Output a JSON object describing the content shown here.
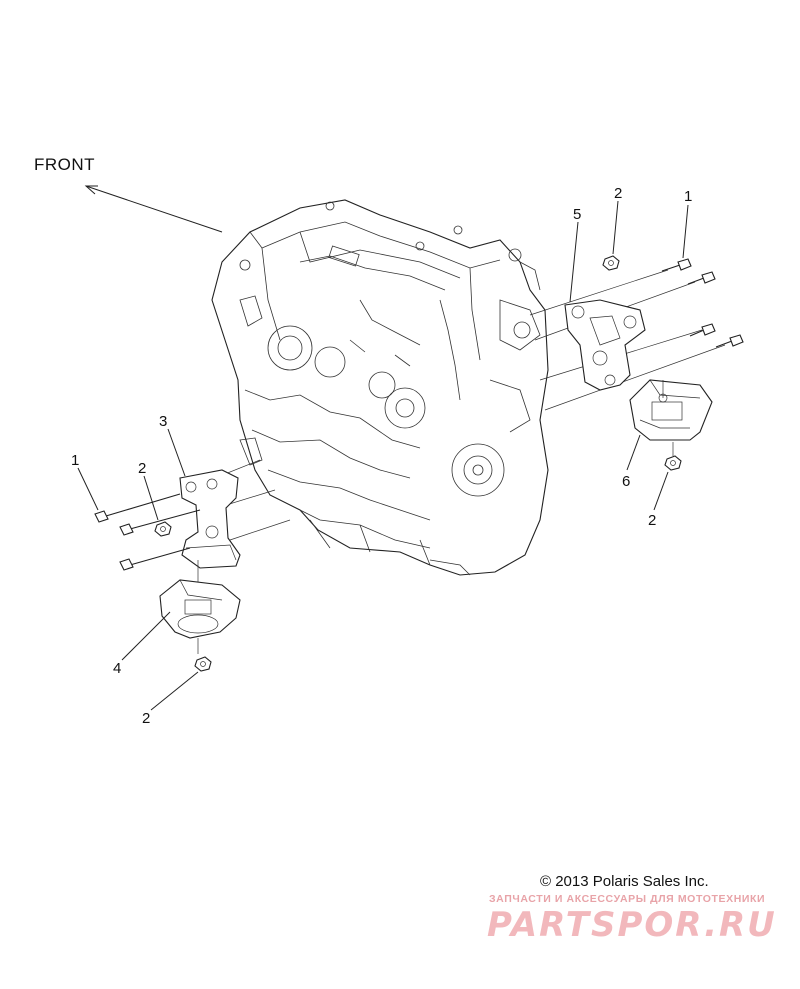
{
  "front_label": "FRONT",
  "callouts": {
    "c1_right": "1",
    "c2_top_right": "2",
    "c5": "5",
    "c6": "6",
    "c2_right_lower": "2",
    "c3": "3",
    "c1_left": "1",
    "c2_left": "2",
    "c4": "4",
    "c2_bottom": "2"
  },
  "copyright": "© 2013 Polaris Sales Inc.",
  "watermark": {
    "subtitle": "ЗАПЧАСТИ И АКСЕССУАРЫ ДЛЯ МОТОТЕХНИКИ",
    "logo": "PARTSPOR.RU"
  }
}
